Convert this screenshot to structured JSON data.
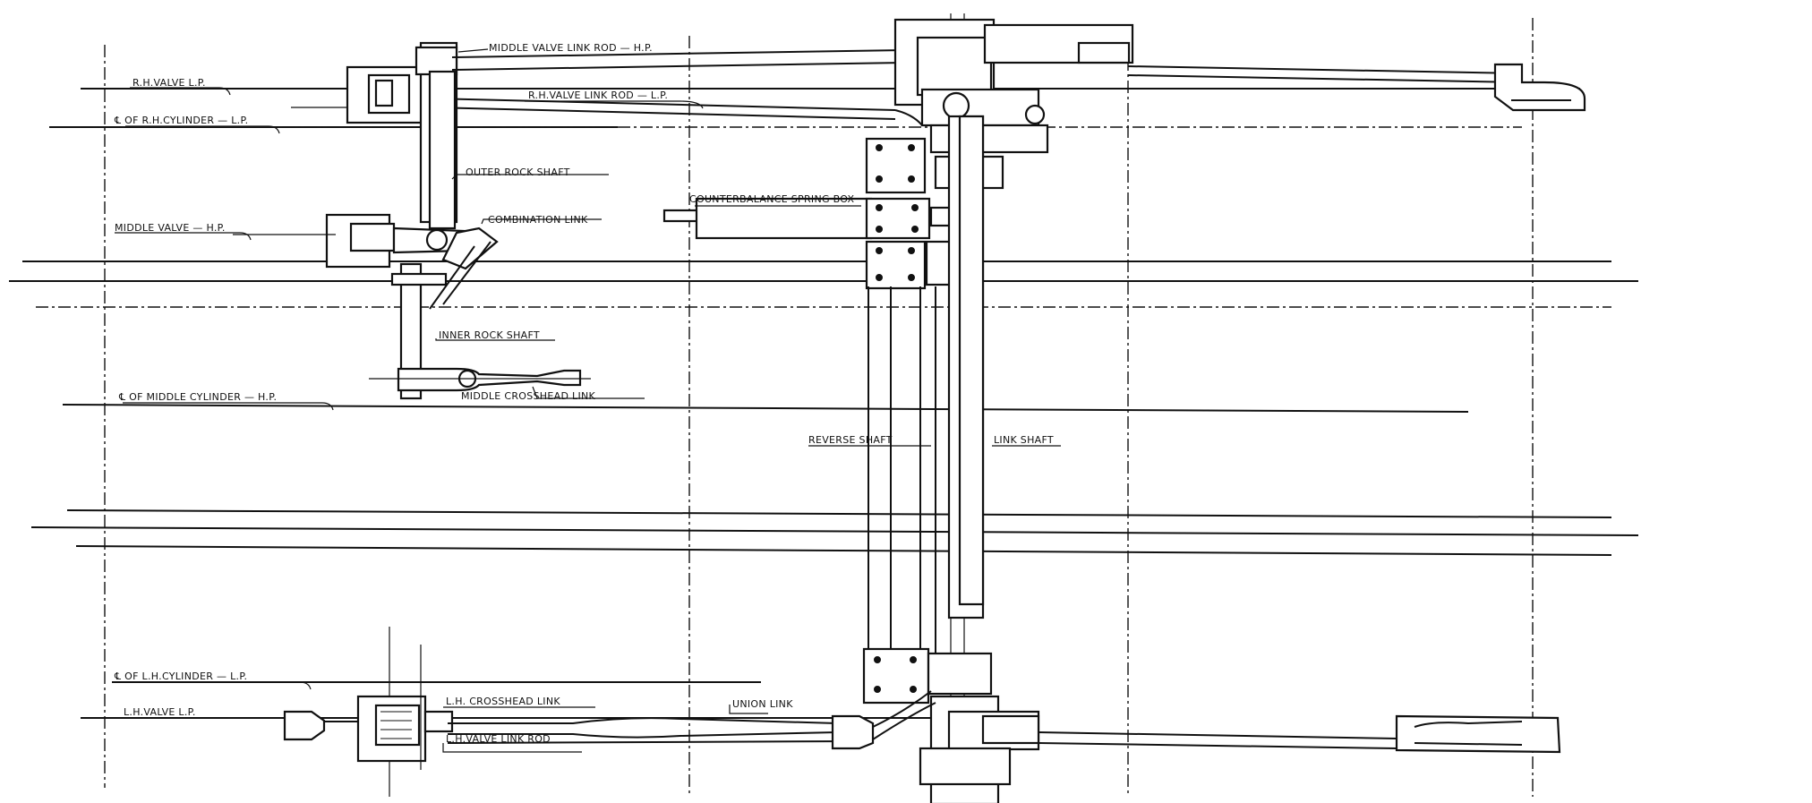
{
  "labels": {
    "rh_valve_lp": "R.H.VALVE L.P.",
    "cl_rh_cylinder_lp": "℄ OF R.H.CYLINDER — L.P.",
    "middle_valve_link_rod_hp": "MIDDLE VALVE LINK ROD — H.P.",
    "rh_valve_link_rod_lp": "R.H.VALVE LINK ROD — L.P.",
    "outer_rock_shaft": "OUTER ROCK SHAFT",
    "combination_link": "COMBINATION LINK",
    "middle_valve_hp": "MIDDLE VALVE — H.P.",
    "counterbalance_spring_box": "COUNTERBALANCE SPRING BOX",
    "inner_rock_shaft": "INNER ROCK SHAFT",
    "middle_crosshead_link": "MIDDLE CROSSHEAD LINK",
    "cl_middle_cylinder_hp": "℄ OF MIDDLE CYLINDER — H.P.",
    "reverse_shaft": "REVERSE SHAFT",
    "link_shaft": "LINK SHAFT",
    "cl_lh_cylinder_lp": "℄ OF L.H.CYLINDER — L.P.",
    "lh_valve_lp": "L.H.VALVE L.P.",
    "lh_crosshead_link": "L.H. CROSSHEAD LINK",
    "union_link": "UNION LINK",
    "lh_valve_link_rod": "L.H.VALVE LINK ROD"
  }
}
